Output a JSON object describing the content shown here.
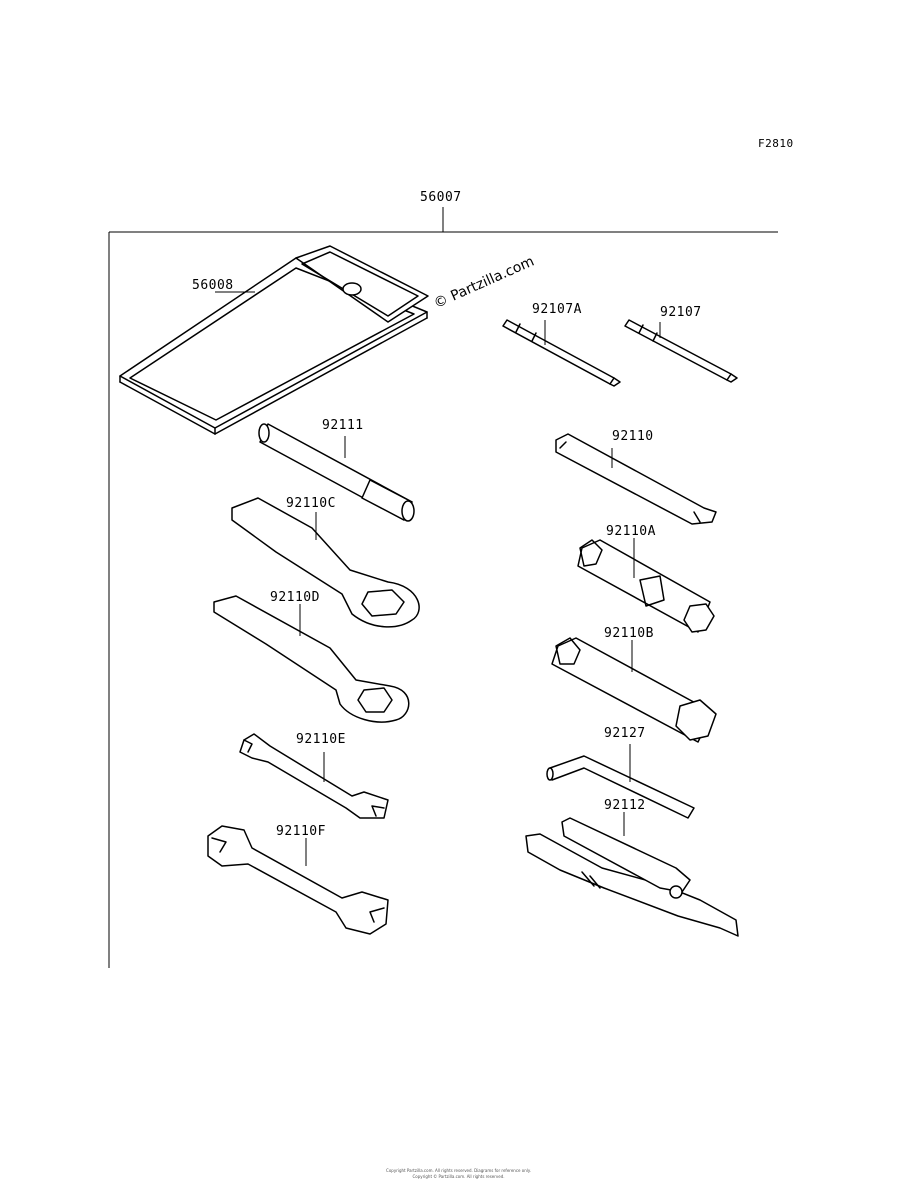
{
  "figure_code": "F2810",
  "watermark": "© Partzilla.com",
  "assembly": {
    "number": "56007"
  },
  "parts": [
    {
      "id": "p56008",
      "number": "56008"
    },
    {
      "id": "p92107a",
      "number": "92107A"
    },
    {
      "id": "p92107",
      "number": "92107"
    },
    {
      "id": "p92111",
      "number": "92111"
    },
    {
      "id": "p92110",
      "number": "92110"
    },
    {
      "id": "p92110c",
      "number": "92110C"
    },
    {
      "id": "p92110a",
      "number": "92110A"
    },
    {
      "id": "p92110d",
      "number": "92110D"
    },
    {
      "id": "p92110b",
      "number": "92110B"
    },
    {
      "id": "p92110e",
      "number": "92110E"
    },
    {
      "id": "p92127",
      "number": "92127"
    },
    {
      "id": "p92112",
      "number": "92112"
    },
    {
      "id": "p92110f",
      "number": "92110F"
    }
  ],
  "footer": {
    "line1": "Copyright Partzilla.com. All rights reserved. Diagrams for reference only.",
    "line2": "Copyright © Partzilla.com. All rights reserved."
  }
}
